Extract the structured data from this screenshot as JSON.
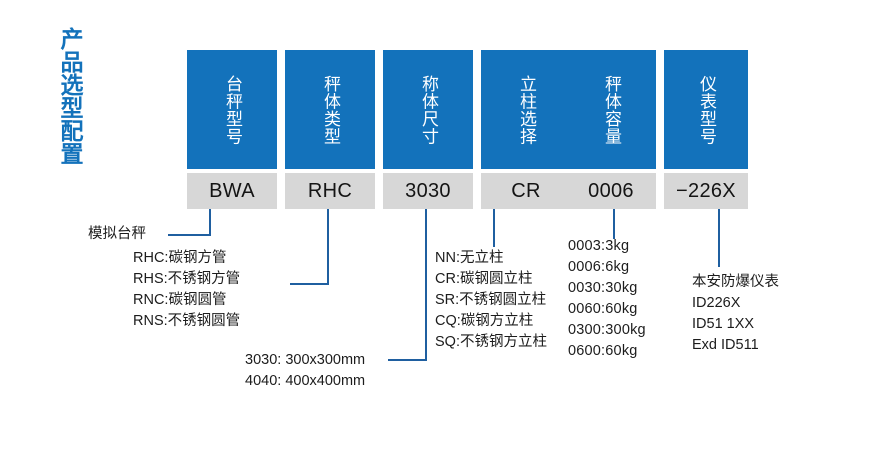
{
  "page": {
    "title": "产品选型配置",
    "accent_blue": "#1372bb",
    "line_blue": "#1f5fa0",
    "value_gray": "#d7d7d7"
  },
  "columns": [
    {
      "header": "台秤型号",
      "value": "BWA"
    },
    {
      "header": "秤体类型",
      "value": "RHC"
    },
    {
      "header": "称体尺寸",
      "value": "3030"
    },
    {
      "header": "立柱选择",
      "value": "CR"
    },
    {
      "header": "秤体容量",
      "value": "0006"
    },
    {
      "header": "仪表型号",
      "value": "−226X"
    }
  ],
  "notes": {
    "scale_model": "模拟台秤",
    "body_type": "RHC:碳钢方管\nRHS:不锈钢方管\nRNC:碳钢圆管\nRNS:不锈钢圆管",
    "body_size": "3030: 300x300mm\n4040: 400x400mm",
    "column_option": "NN:无立柱\nCR:碳钢圆立柱\nSR:不锈钢圆立柱\nCQ:碳钢方立柱\nSQ:不锈钢方立柱",
    "capacity": "0003:3kg\n0006:6kg\n0030:30kg\n0060:60kg\n0300:300kg\n0600:60kg",
    "indicator": "本安防爆仪表\nID226X\nID51 1XX\nExd ID511"
  }
}
